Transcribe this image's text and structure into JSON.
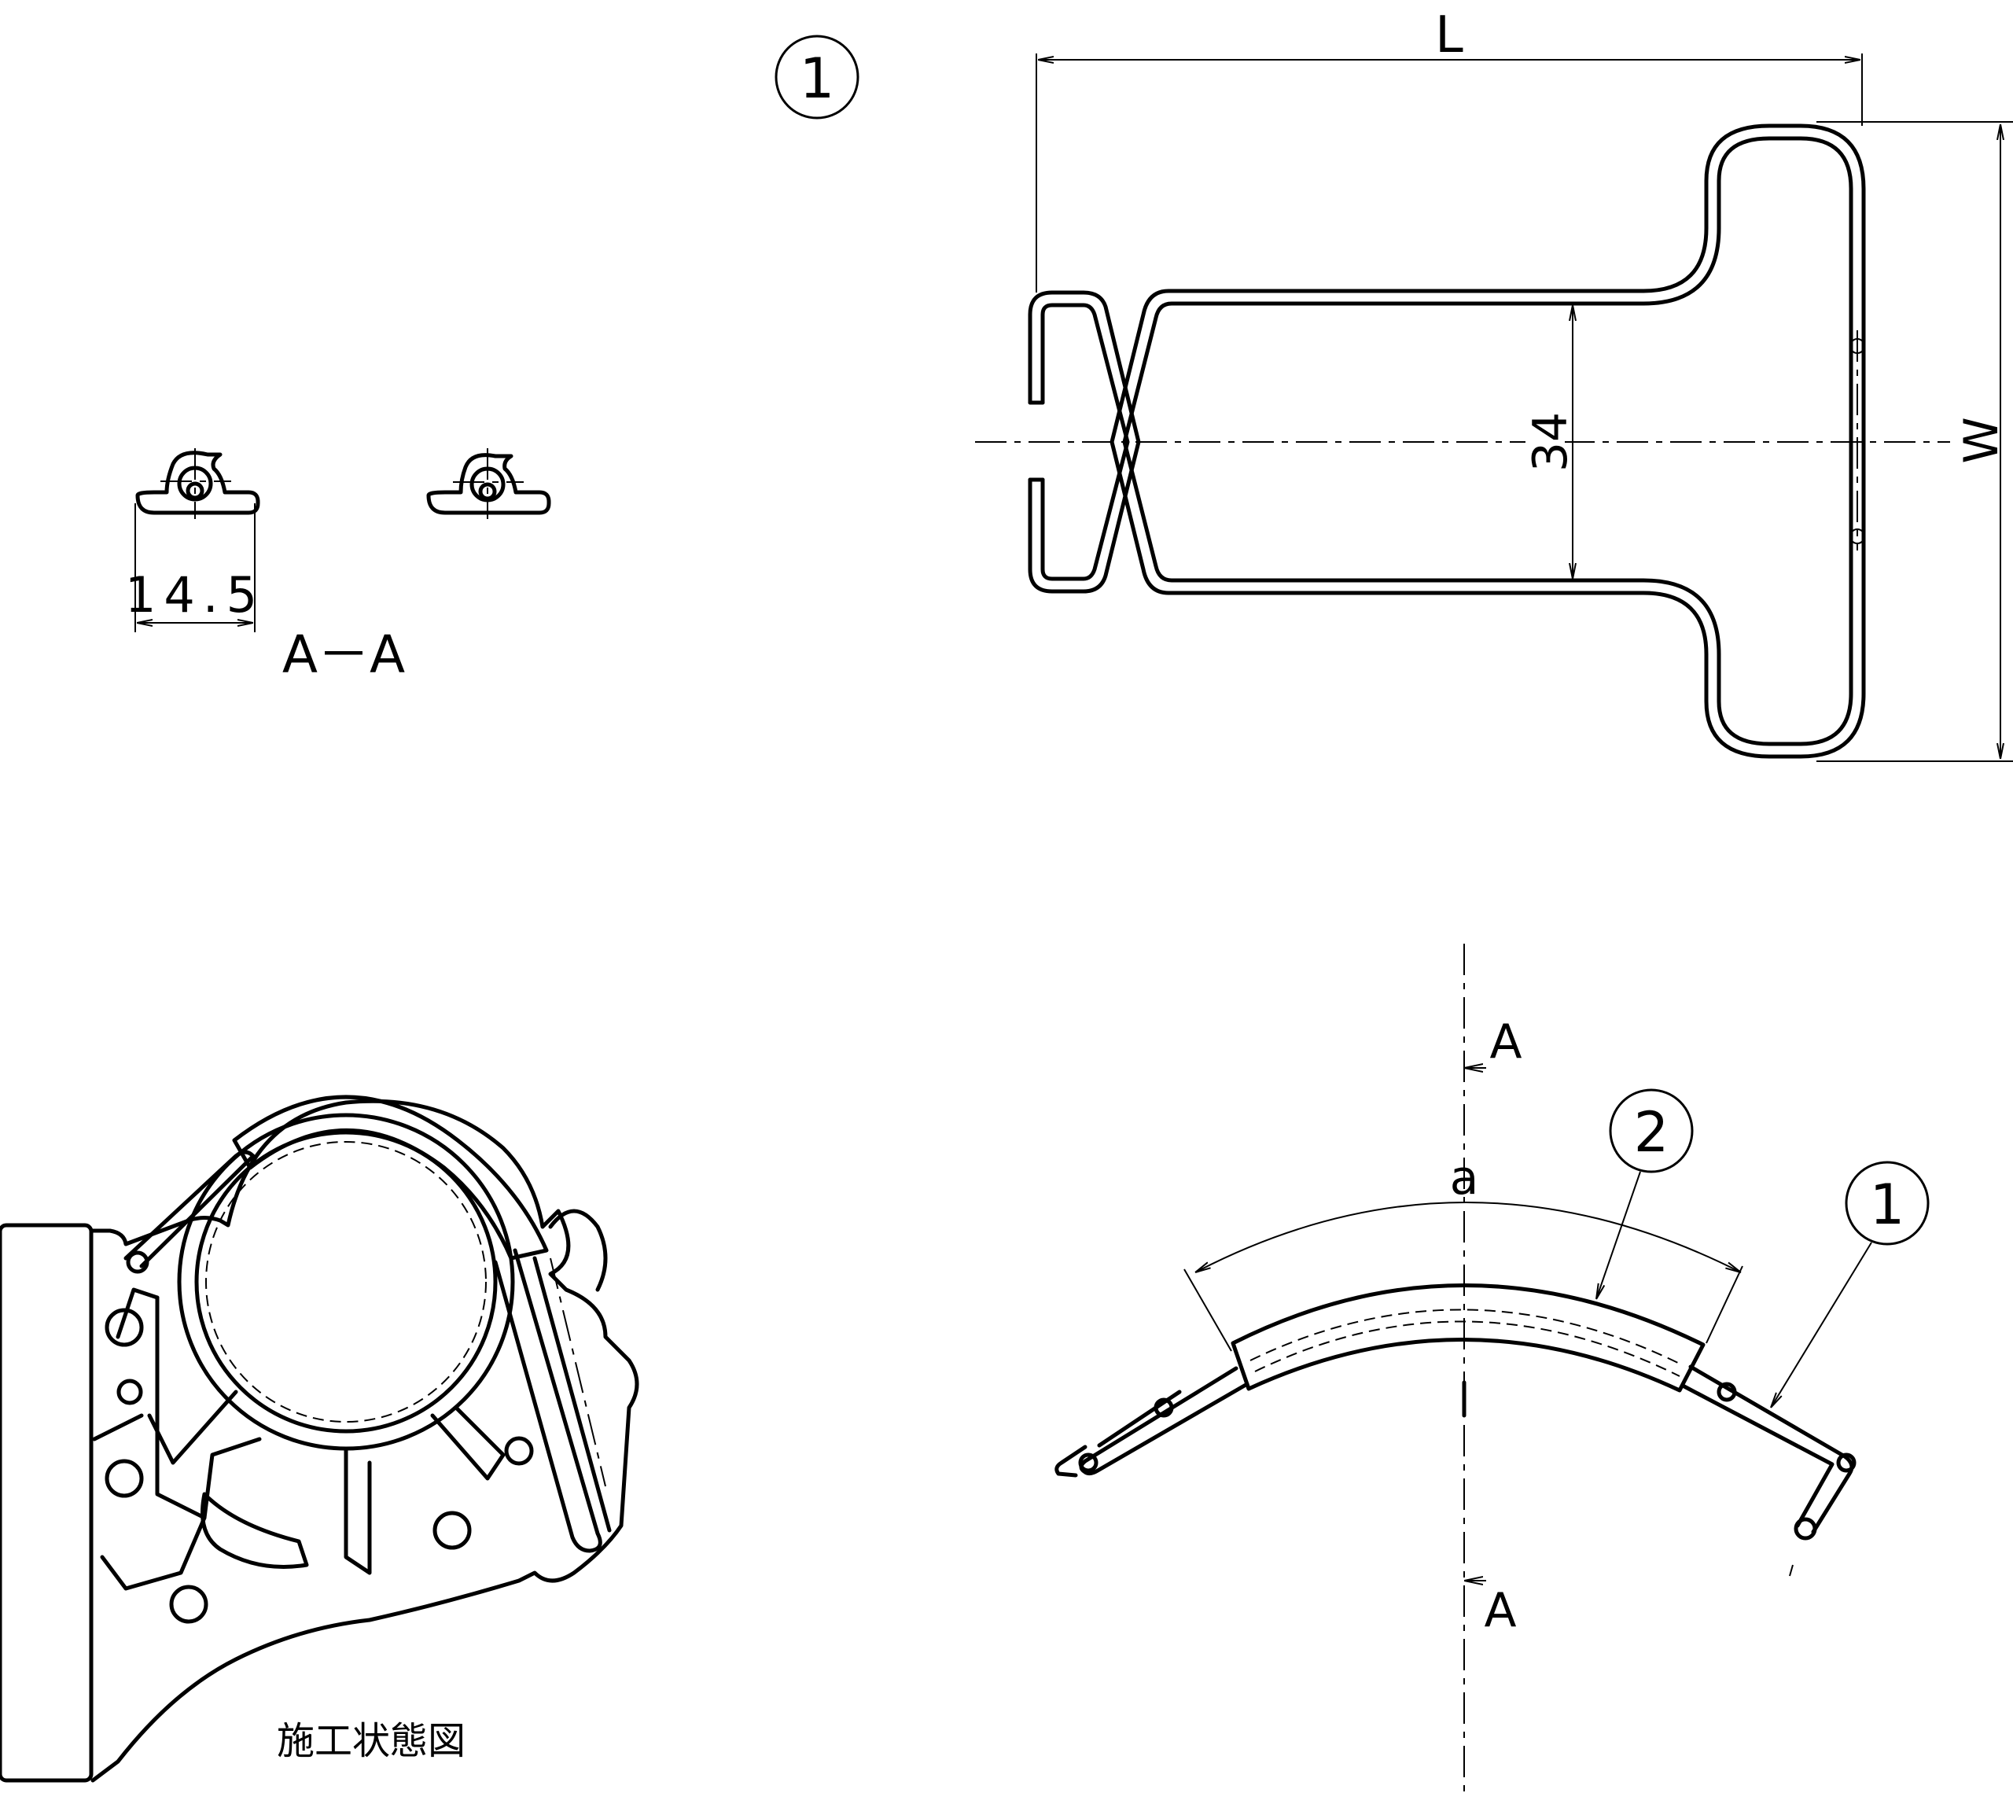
{
  "view_top": {
    "part_balloon": "1",
    "dim_length": "L",
    "dim_width": "W",
    "dim_inner": "34"
  },
  "section": {
    "dim_label": "14.5",
    "title": "A－A"
  },
  "installed": {
    "caption": "施工状態図"
  },
  "side_view": {
    "section_mark_top": "A",
    "section_mark_bottom": "A",
    "dim_arc": "a",
    "balloon_cover": "2",
    "balloon_clip": "1"
  }
}
